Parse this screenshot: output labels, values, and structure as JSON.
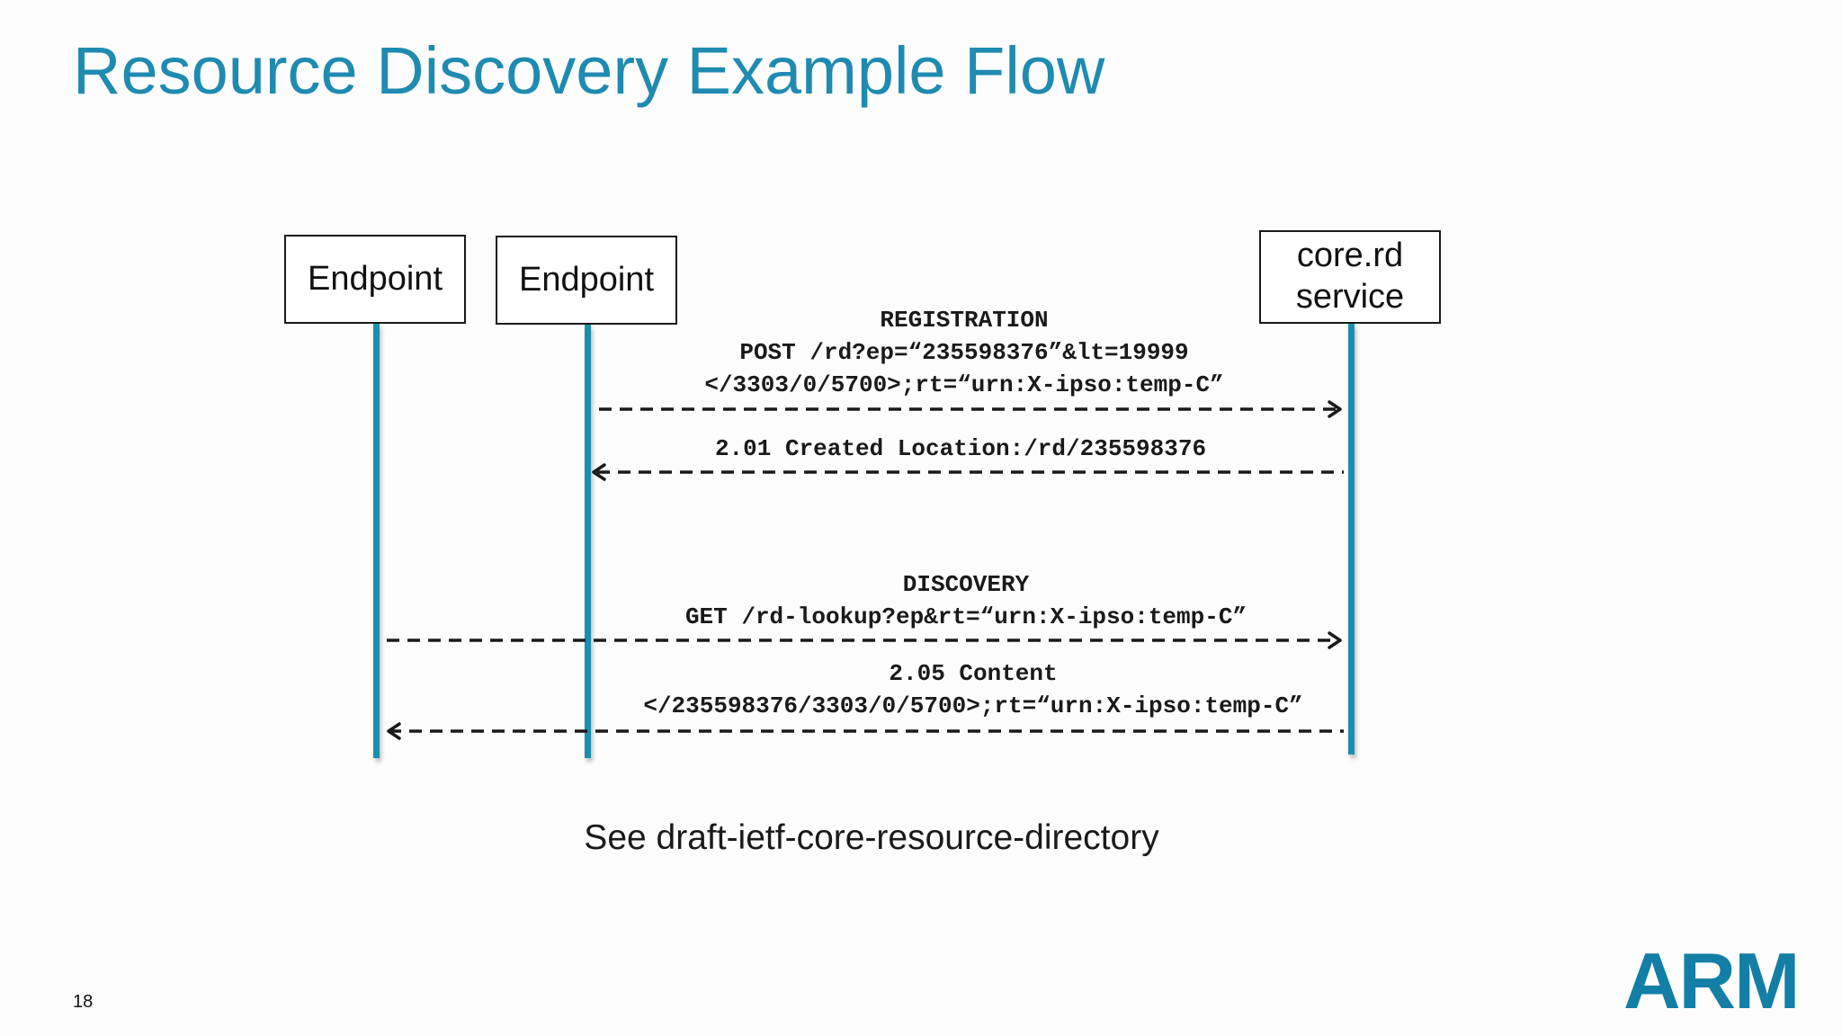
{
  "slide": {
    "title": "Resource Discovery Example Flow",
    "footnote": "See draft-ietf-core-resource-directory",
    "page_number": "18",
    "logo_text": "ARM"
  },
  "colors": {
    "title": "#1f8bb0",
    "lifeline": "#1a8fb0",
    "logo": "#137fa6",
    "arrow": "#1a1a1a"
  },
  "actors": [
    {
      "label": "Endpoint"
    },
    {
      "label": "Endpoint"
    },
    {
      "label": "core.rd\nservice"
    }
  ],
  "messages": [
    {
      "from": 2,
      "to": 3,
      "direction": "right",
      "lines": [
        "REGISTRATION",
        "POST /rd?ep=“235598376”&lt=19999",
        "</3303/0/5700>;rt=“urn:X-ipso:temp-C”"
      ]
    },
    {
      "from": 3,
      "to": 2,
      "direction": "left",
      "lines": [
        "2.01 Created Location:/rd/235598376"
      ]
    },
    {
      "from": 1,
      "to": 3,
      "direction": "right",
      "lines": [
        "DISCOVERY",
        "GET /rd-lookup?ep&rt=“urn:X-ipso:temp-C”"
      ]
    },
    {
      "from": 3,
      "to": 1,
      "direction": "left",
      "lines": [
        "2.05 Content",
        "</235598376/3303/0/5700>;rt=“urn:X-ipso:temp-C”"
      ]
    }
  ]
}
